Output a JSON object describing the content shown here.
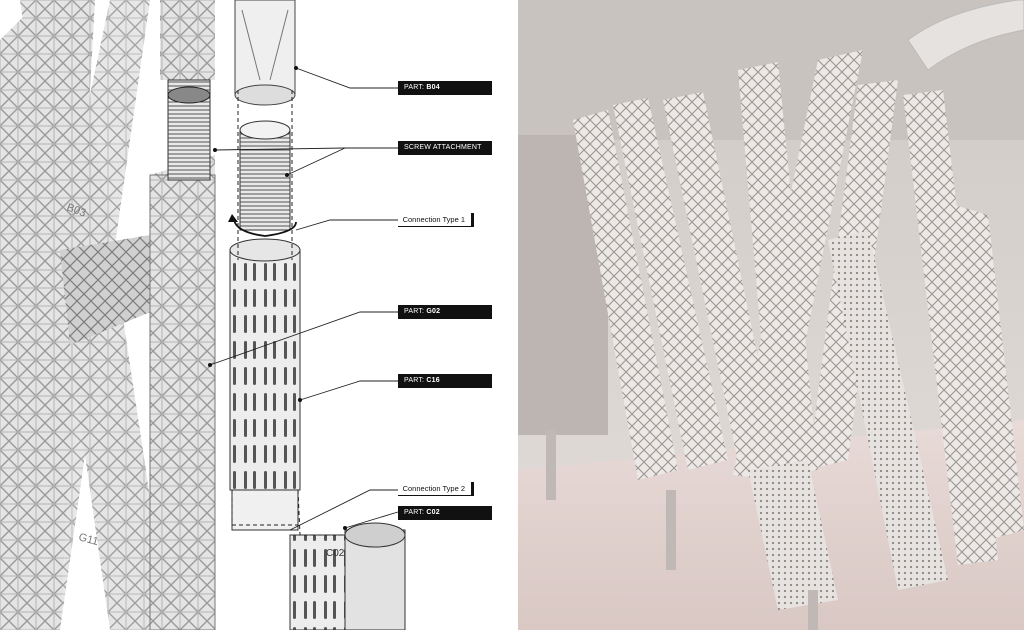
{
  "labels": {
    "part_b04": {
      "prefix": "PART: ",
      "code": "B04"
    },
    "screw_attachment": "SCREW ATTACHMENT",
    "connection_type_1": "Connection Type 1",
    "part_g02": {
      "prefix": "PART: ",
      "code": "G02"
    },
    "part_c16": {
      "prefix": "PART: ",
      "code": "C16"
    },
    "connection_type_2": "Connection Type 2",
    "part_c02": {
      "prefix": "PART: ",
      "code": "C02"
    }
  },
  "engravings": {
    "b03": "B03",
    "g11": "G11",
    "c02": "C02"
  },
  "colors": {
    "label_bg": "#111111",
    "label_text": "#ffffff",
    "leader_line": "#222222",
    "photo_powder": "#e6d8d6",
    "photo_wall": "#d9d3d0",
    "print_part": "#e9e6e4"
  }
}
